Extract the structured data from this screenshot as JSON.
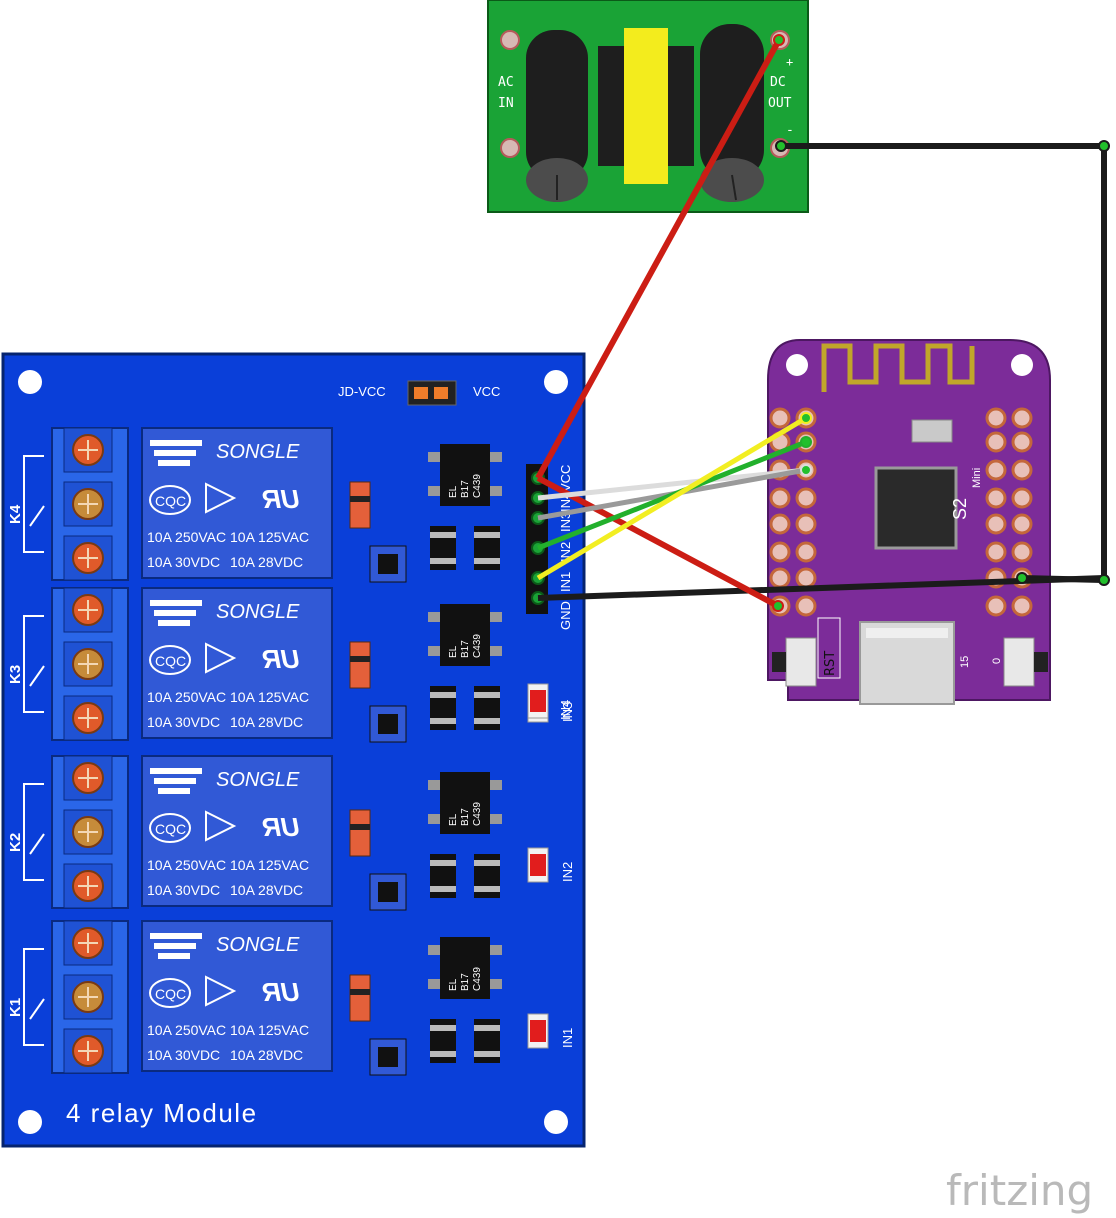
{
  "power_module": {
    "left_label_top": "AC",
    "left_label_bottom": "IN",
    "plus": "+",
    "right_label_top": "DC",
    "right_label_bottom": "OUT",
    "minus": "-"
  },
  "relay_module": {
    "title": "4 relay Module",
    "jumper_left": "JD-VCC",
    "jumper_right": "VCC",
    "header_pins": [
      "VCC",
      "IN4",
      "IN3",
      "IN2",
      "IN1",
      "GND"
    ],
    "led_labels": [
      "IN4",
      "IN3",
      "IN2",
      "IN1"
    ],
    "channels": [
      "K4",
      "K3",
      "K2",
      "K1"
    ],
    "relay": {
      "brand": "SONGLE",
      "cert": "CQC",
      "ul": "UR",
      "rating_1a": "10A 250VAC",
      "rating_1b": "10A 125VAC",
      "rating_2a": "10A 30VDC",
      "rating_2b": "10A 28VDC"
    },
    "optocoupler": [
      "EL",
      "B17",
      "C439"
    ]
  },
  "mcu_board": {
    "name": "S2",
    "suffix": "Mini",
    "reset_label": "RST",
    "gpio_label_1": "15",
    "gpio_label_2": "0"
  },
  "watermark": "fritzing",
  "colors": {
    "relay_board": "#0a3fd9",
    "power_board": "#1aa336",
    "mcu_board": "#7c2c99",
    "wire_red": "#cc1d14",
    "wire_black": "#1b1b1b",
    "wire_green": "#22b02c",
    "wire_yellow": "#f2ee22",
    "wire_white": "#dcdcdc"
  }
}
